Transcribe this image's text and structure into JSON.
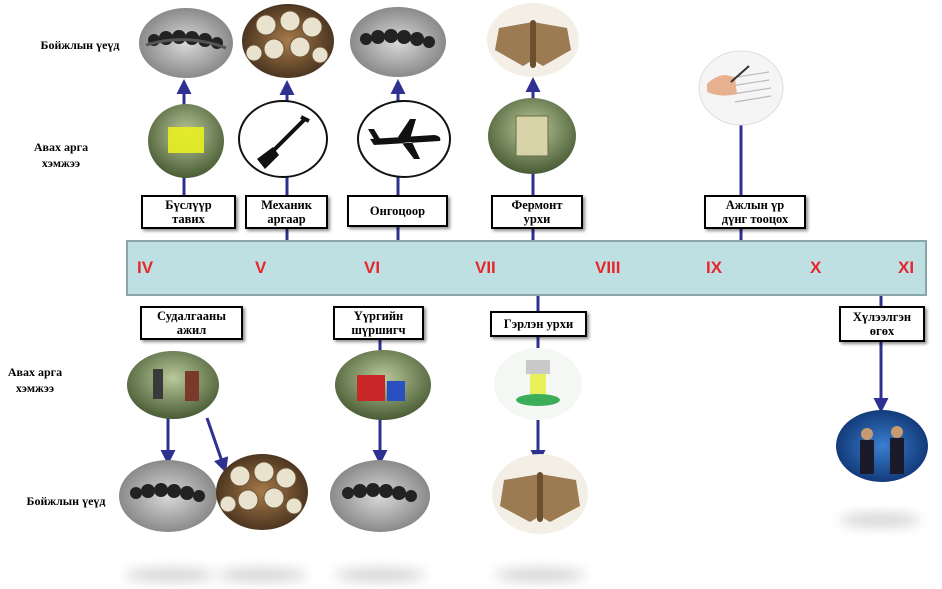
{
  "labels": {
    "larva_top": "Бойжлын үеүд",
    "methods_top": "Авах арга хэмжээ",
    "methods_bottom": "Авах арга хэмжээ",
    "larva_bottom": "Бойжлын үеүд"
  },
  "months": [
    "IV",
    "V",
    "VI",
    "VII",
    "VIII",
    "IX",
    "X",
    "XI"
  ],
  "top_actions": [
    {
      "line1": "Бүслүүр",
      "line2": "тавих"
    },
    {
      "line1": "Механик",
      "line2": "аргаар"
    },
    {
      "line1": "Онгоцоор",
      "line2": ""
    },
    {
      "line1": "Фермонт",
      "line2": "урхи"
    },
    {
      "line1": "Ажлын үр",
      "line2": "дүнг тооцох"
    }
  ],
  "bottom_actions": [
    {
      "line1": "Судалгааны",
      "line2": "ажил"
    },
    {
      "line1": "Үүргийн",
      "line2": "шүршигч"
    },
    {
      "line1": "Гэрлэн урхи",
      "line2": ""
    },
    {
      "line1": "Хүлээлгэн",
      "line2": "өгөх"
    }
  ],
  "icons": {
    "caterpillar": "caterpillar-photo",
    "cocoons": "cocoon-photo",
    "moth": "moth-photo",
    "belt": "tree-belt-photo",
    "shovel": "shovel-icon",
    "airplane": "airplane-icon",
    "pheromone_trap": "pheromone-trap-photo",
    "report": "report-writing-photo",
    "research": "field-research-photo",
    "sprayer": "sprayer-photo",
    "light_trap": "light-trap-photo",
    "handover": "handover-ceremony-photo"
  },
  "colors": {
    "month": "#e8262a",
    "band": "#bfe0e3",
    "arrow": "#2e3192"
  }
}
